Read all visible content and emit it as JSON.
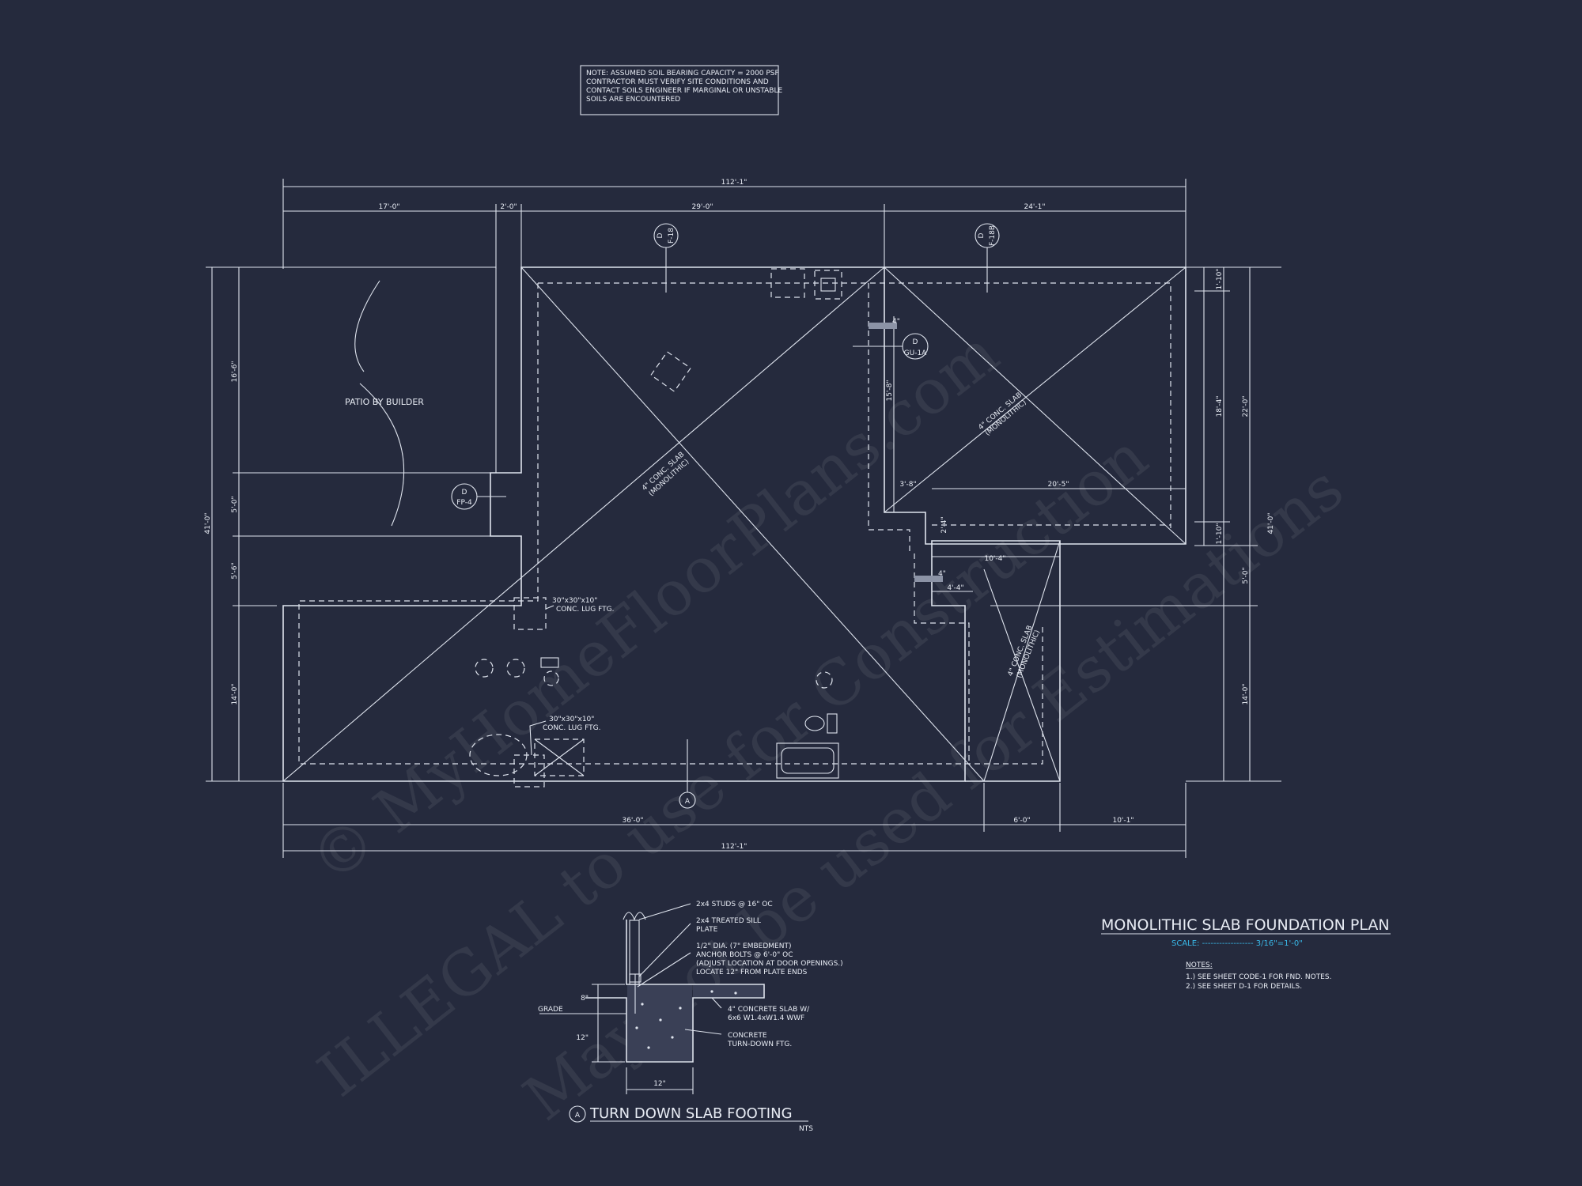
{
  "soil_note": [
    "NOTE: ASSUMED SOIL BEARING CAPACITY = 2000 PSF",
    "CONTRACTOR MUST VERIFY SITE CONDITIONS AND",
    "CONTACT SOILS ENGINEER IF MARGINAL OR UNSTABLE",
    "SOILS ARE ENCOUNTERED"
  ],
  "dims": {
    "overall_top": "112'-1\"",
    "top_a": "17'-0\"",
    "top_b": "2'-0\"",
    "top_c": "29'-0\"",
    "top_d": "24'-1\"",
    "bottom_a": "36'-0\"",
    "bottom_b": "6'-0\"",
    "bottom_c": "10'-1\"",
    "overall_bottom": "112'-1\"",
    "left_overall": "41'-0\"",
    "left_a": "16'-6\"",
    "left_b": "5'-0\"",
    "left_c": "5'-6\"",
    "left_d": "14'-0\"",
    "right_overall": "41'-0\"",
    "right_a": "22'-0\"",
    "right_b": "18'-4\"",
    "right_c": "1'-10\"",
    "right_d": "1'-10\"",
    "right_e": "5'-0\"",
    "right_f": "14'-0\"",
    "inner_15": "15'-8\"",
    "inner_3": "3'-8\"",
    "inner_20": "20'-5\"",
    "inner_10": "10'-4\"",
    "inner_4a": "4'-4\"",
    "inner_4": "4\"",
    "inner_2": "2'-4\""
  },
  "labels": {
    "patio": "PATIO BY BUILDER",
    "slab1": "4\" CONC. SLAB",
    "slab1b": "(MONOLITHIC)",
    "slab2": "4\" CONC. SLAB",
    "slab2b": "(MONOLITHIC)",
    "slab3": "4\" CONC. SLAB",
    "slab3b": "(MONOLITHIC)",
    "lug1": "30\"x30\"x10\"",
    "lug1b": "CONC. LUG FTG.",
    "lug2": "30\"x30\"x10\"",
    "lug2b": "CONC. LUG FTG."
  },
  "tags": {
    "t1_top": "D",
    "t1_bot": "F-18",
    "t2_top": "D",
    "t2_bot": "F-18B",
    "t3_top": "D",
    "t3_bot": "GU-1A",
    "t4_top": "D",
    "t4_bot": "FP-4",
    "section": "A"
  },
  "detail": {
    "n1": "2x4 STUDS @ 16\" OC",
    "n2": "2x4 TREATED SILL",
    "n2b": "PLATE",
    "n3": "1/2\" DIA. (7\" EMBEDMENT)",
    "n3b": "ANCHOR BOLTS @ 6'-0\" OC",
    "n3c": "(ADJUST LOCATION AT DOOR OPENINGS.)",
    "n3d": "LOCATE 12\" FROM PLATE ENDS",
    "n4": "4\" CONCRETE SLAB W/",
    "n4b": "6x6 W1.4xW1.4 WWF",
    "n5": "CONCRETE",
    "n5b": "TURN-DOWN FTG.",
    "grade": "GRADE",
    "h8": "8\"",
    "h12": "12\"",
    "w12": "12\"",
    "marker": "A",
    "title": "TURN DOWN SLAB FOOTING",
    "nts": "NTS"
  },
  "plan": {
    "title": "MONOLITHIC SLAB FOUNDATION PLAN",
    "scale_label": "SCALE: ------------------ 3/16\"=1'-0\"",
    "notes_head": "NOTES:",
    "note1": "1.) SEE SHEET CODE-1 FOR FND. NOTES.",
    "note2": "2.) SEE SHEET D-1 FOR DETAILS."
  },
  "watermark": {
    "w1": "© MyHomeFloorPlans.com",
    "w2": "ILLEGAL to use for Construction",
    "w3": "May not be used for Estimations"
  },
  "colors": {
    "background": "#252a3d",
    "linework": "#dfe4ee",
    "scale_accent": "#39b8e8"
  }
}
